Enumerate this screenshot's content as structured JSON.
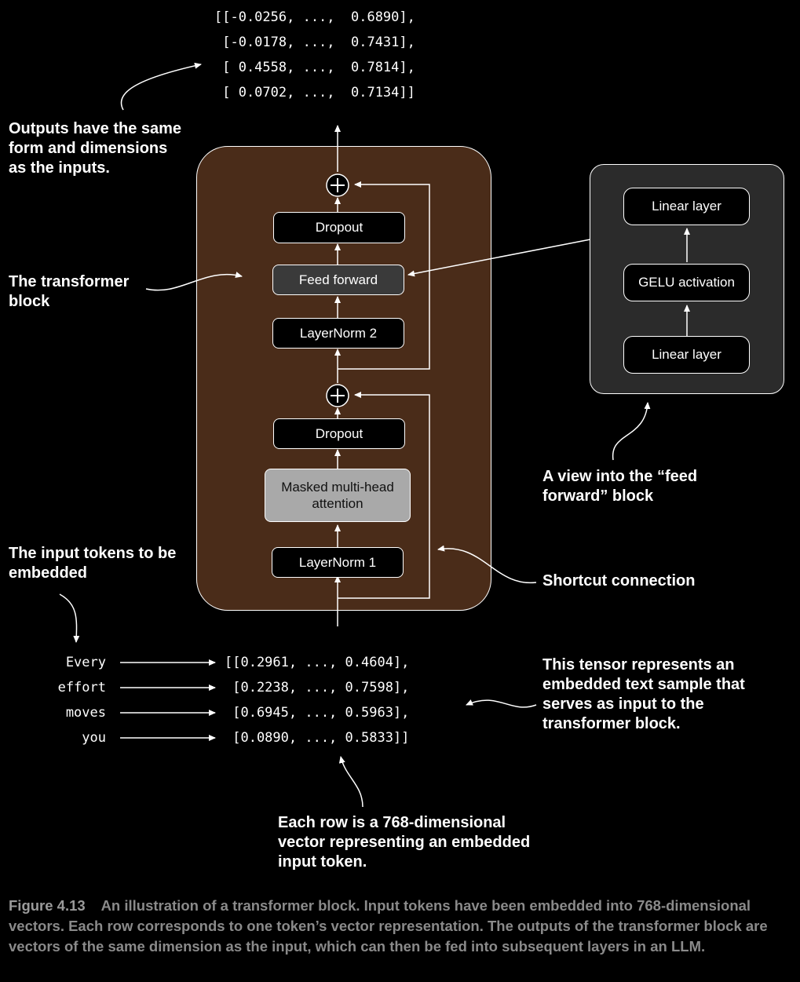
{
  "output_tensor": [
    "[[-0.0256, ...,  0.6890],",
    " [-0.0178, ...,  0.7431],",
    " [ 0.4558, ...,  0.7814],",
    " [ 0.0702, ...,  0.7134]]"
  ],
  "input_tokens": [
    "Every",
    "effort",
    "moves",
    "you"
  ],
  "input_tensor": [
    "[[0.2961, ..., 0.4604],",
    " [0.2238, ..., 0.7598],",
    " [0.6945, ..., 0.5963],",
    " [0.0890, ..., 0.5833]]"
  ],
  "blocks": {
    "dropout_top": "Dropout",
    "feed_forward": "Feed forward",
    "layernorm2": "LayerNorm 2",
    "dropout_bottom": "Dropout",
    "attention_line1": "Masked multi-head",
    "attention_line2": "attention",
    "layernorm1": "LayerNorm 1",
    "plus": "+"
  },
  "ff_view": {
    "linear_top": "Linear layer",
    "gelu": "GELU activation",
    "linear_bottom": "Linear layer"
  },
  "annotations": {
    "outputs": "Outputs have the same form and dimensions as the inputs.",
    "transformer_block": "The transformer block",
    "input_tokens": "The input tokens to be embedded",
    "ff_view": "A view into the  “feed forward” block",
    "shortcut": "Shortcut connection",
    "tensor": "This tensor represents an embedded text sample that serves as input to the transformer block.",
    "row": "Each row is a 768-dimensional vector representing an embedded input token."
  },
  "caption": {
    "label": "Figure 4.13",
    "text": "An illustration of a transformer block. Input tokens have been embedded into 768-dimensional vectors. Each row corresponds to one token’s vector representation. The outputs of the transformer block are vectors of the same dimension as the input, which can then be fed into subsequent layers in an LLM."
  },
  "colors": {
    "background": "#000000",
    "block_fill": "#4a2c19",
    "ff_view_fill": "#2b2b2b",
    "attention_fill": "#a9a9a9",
    "feed_forward_fill": "#3a3a3a",
    "caption_text": "#8a8a8a"
  }
}
